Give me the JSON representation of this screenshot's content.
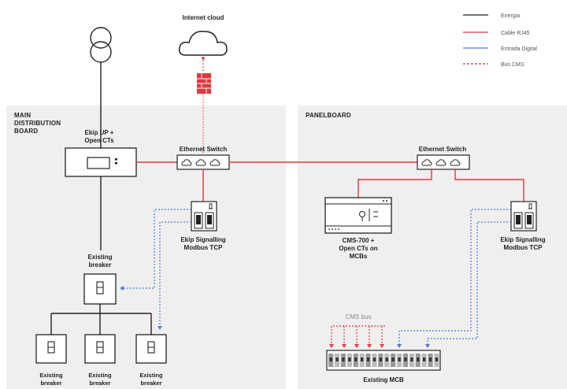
{
  "diagram": {
    "internet_label": "Internet cloud",
    "sections": {
      "main": [
        "MAIN",
        "DISTRIBUTION",
        "BOARD"
      ],
      "panel": "PANELBOARD"
    },
    "legend": [
      {
        "label": "Energia",
        "color": "#222222",
        "style": "solid"
      },
      {
        "label": "Cable RJ45",
        "color": "#e0393e",
        "style": "solid"
      },
      {
        "label": "Entrada Digital",
        "color": "#4a7fd4",
        "style": "solid"
      },
      {
        "label": "Bus CMS",
        "color": "#e0393e",
        "style": "dashed"
      }
    ],
    "nodes": {
      "ekip_up": [
        "Ekip UP +",
        "Open CTs"
      ],
      "switch_left": "Ethernet Switch",
      "switch_right": "Ethernet Switch",
      "signal_left": [
        "Ekip Signalling",
        "Modbus TCP"
      ],
      "signal_right": [
        "Ekip Signalling",
        "Modbus TCP"
      ],
      "existing_breaker": [
        "Existing",
        "breaker"
      ],
      "cms700": [
        "CMS-700 +",
        "Open CTs on",
        "MCBs"
      ],
      "cms_bus": "CMS bus",
      "existing_mcb": "Existing MCB",
      "bottom_breakers": [
        [
          "Existing",
          "breaker"
        ],
        [
          "Existing",
          "breaker"
        ],
        [
          "Existing",
          "breaker"
        ]
      ]
    }
  },
  "colors": {
    "energy": "#222222",
    "rj45": "#e0393e",
    "digital": "#4a7fd4",
    "panel_bg": "#efefef"
  }
}
